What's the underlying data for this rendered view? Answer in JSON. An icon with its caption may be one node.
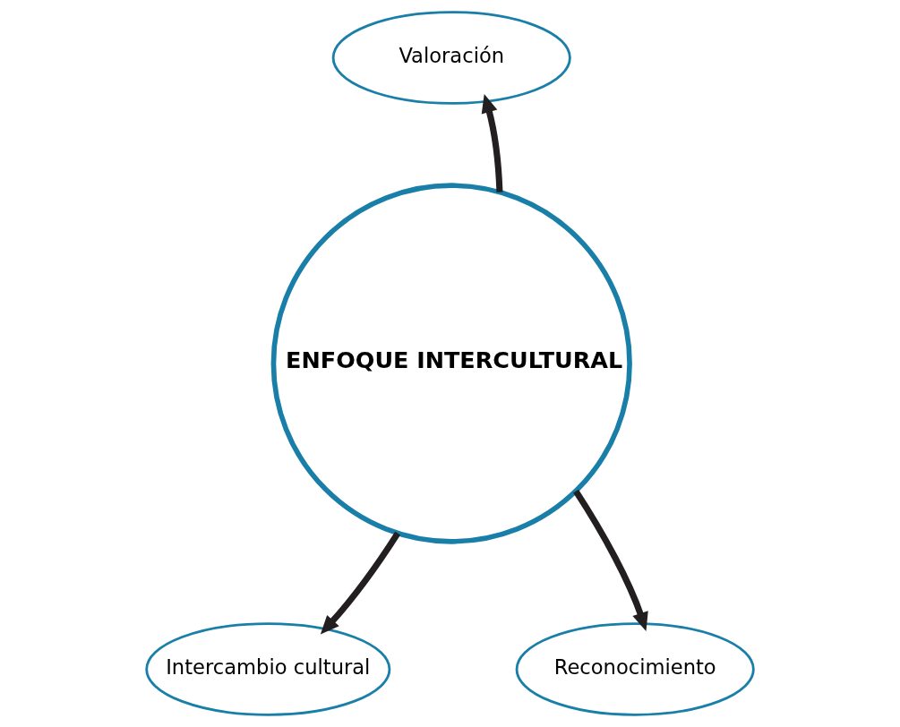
{
  "diagram": {
    "nodes": [
      {
        "text": [
          "Valoración"
        ]
      },
      {
        "text": [
          "ENFOQUE INTERCULTURAL"
        ]
      },
      {
        "text": [
          "Intercambio cultural"
        ]
      },
      {
        "text": [
          "Reconocimiento"
        ]
      }
    ],
    "edges": [
      {
        "from": 1,
        "to": 0,
        "arrow": "to"
      },
      {
        "from": 1,
        "to": 2,
        "arrow": "to"
      },
      {
        "from": 1,
        "to": 3,
        "arrow": "to"
      }
    ]
  }
}
